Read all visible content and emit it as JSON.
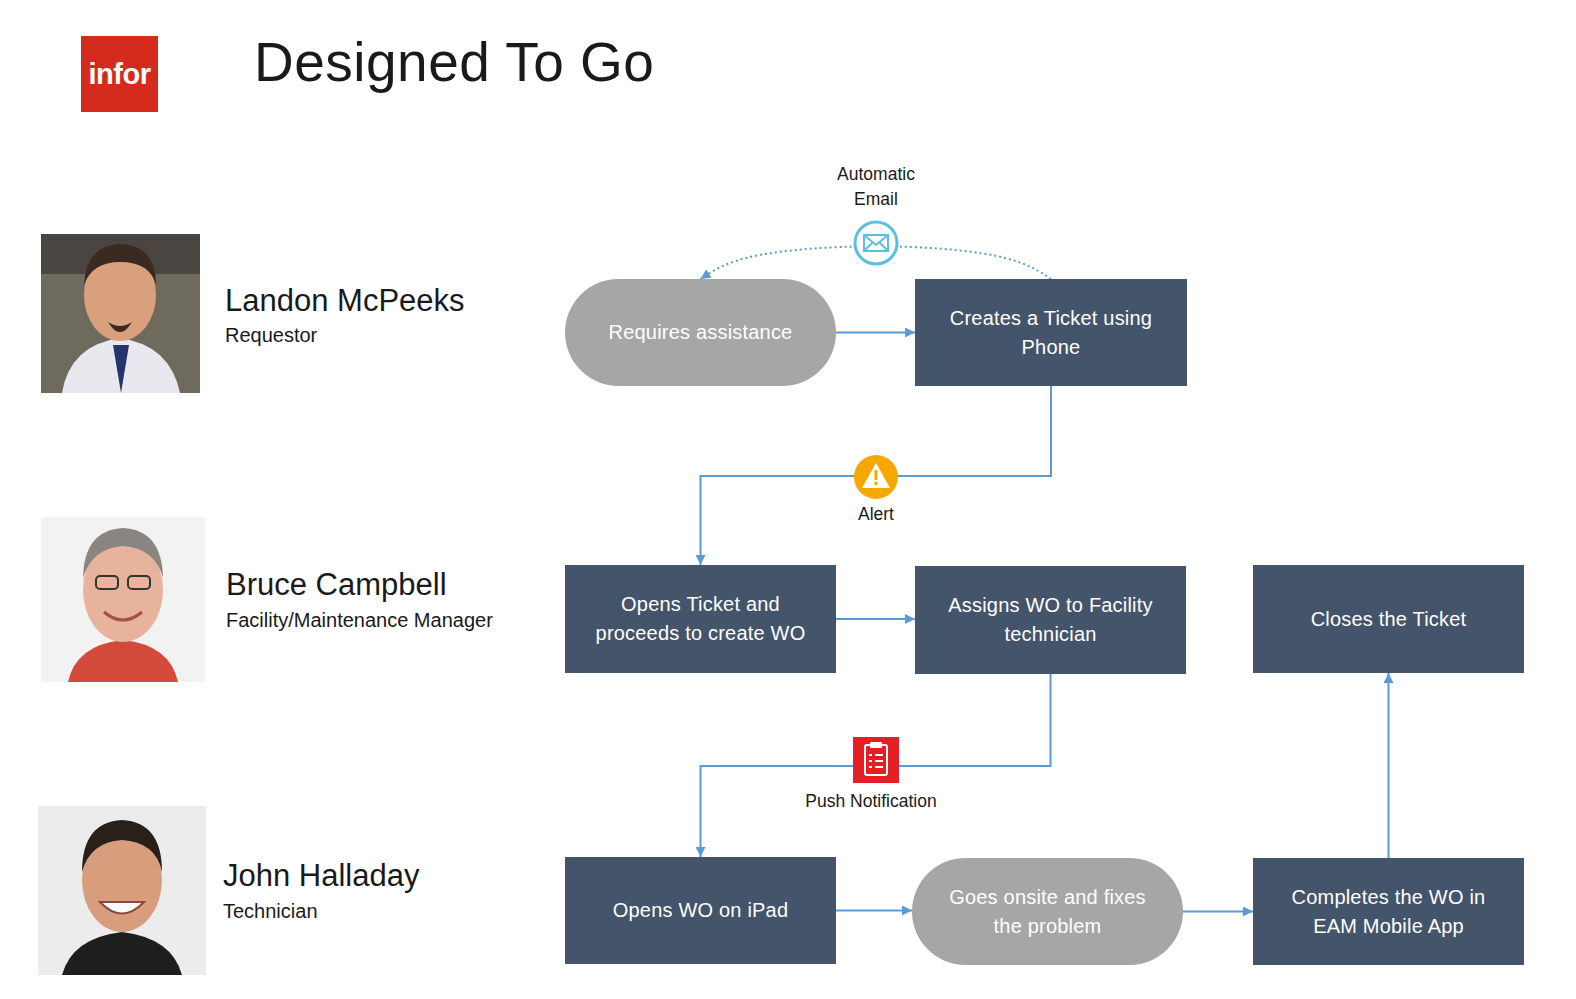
{
  "diagram": {
    "title": "Designed To Go",
    "nodes": [
      {
        "text": [
          "infor"
        ]
      },
      {
        "text": [
          "Requires assistance"
        ]
      },
      {
        "text": [
          "Creates a Ticket using Phone"
        ]
      },
      {
        "text": [
          "Opens Ticket and proceeds to create WO"
        ]
      },
      {
        "text": [
          "Assigns WO to Facility technician"
        ]
      },
      {
        "text": [
          "Closes the Ticket"
        ]
      },
      {
        "text": [
          "Opens WO on iPad"
        ]
      },
      {
        "text": [
          "Goes onsite and fixes the problem"
        ]
      },
      {
        "text": [
          "Completes the WO in EAM Mobile App"
        ]
      }
    ],
    "edges": [
      {
        "from": 1,
        "to": 2,
        "arrow": "to"
      },
      {
        "from": 2,
        "to": 1,
        "label": "Automatic Email",
        "arrow": "to"
      },
      {
        "from": 2,
        "to": 3,
        "label": "Alert",
        "arrow": "to"
      },
      {
        "from": 3,
        "to": 4,
        "arrow": "to"
      },
      {
        "from": 4,
        "to": 6,
        "label": "Push Notification",
        "arrow": "to"
      },
      {
        "from": 6,
        "to": 7,
        "arrow": "to"
      },
      {
        "from": 7,
        "to": 8,
        "arrow": "to"
      },
      {
        "from": 8,
        "to": 5,
        "arrow": "to"
      }
    ],
    "labels": [
      "Landon McPeeks",
      "Requestor",
      "Bruce Campbell",
      "Facility/Maintenance Manager",
      "John Halladay",
      "Technician"
    ]
  }
}
